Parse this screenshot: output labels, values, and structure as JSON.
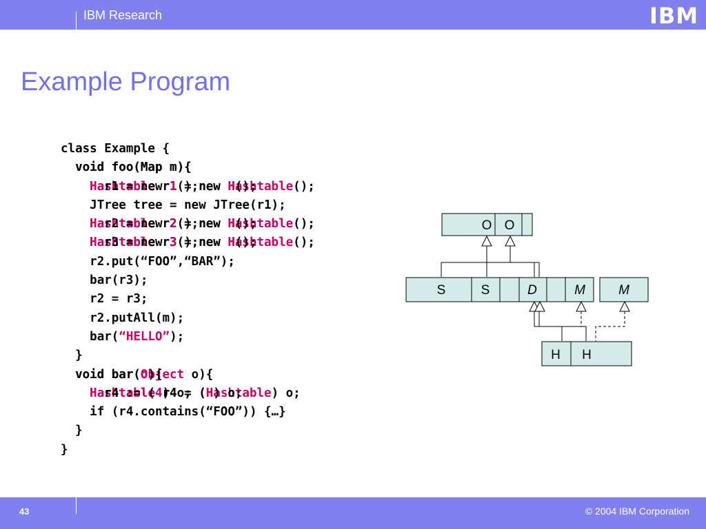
{
  "header": {
    "brand": "IBM Research",
    "logo": "IBM"
  },
  "slide_title": "Example Program",
  "code_lines": [
    {
      "indent": 0,
      "text": "class Example {"
    },
    {
      "indent": 1,
      "overlap": [
        [
          {
            "t": "void foo(Map m){"
          }
        ],
        [
          {
            "t": "void foo(Map m){"
          }
        ]
      ]
    },
    {
      "indent": 2,
      "overlap": [
        [
          {
            "t": "Hashtable",
            "c": "kw"
          },
          {
            "t": " r1 = new "
          },
          {
            "t": "Hashtable",
            "c": "kw"
          },
          {
            "t": "();"
          }
        ],
        [
          {
            "t": "Hashtable",
            "c": "kw"
          },
          {
            "t": " r1 = new "
          },
          {
            "t": "H",
            "c": "kw"
          },
          {
            "t": "();"
          }
        ],
        [
          {
            "t": "  r1 = new "
          },
          {
            "t": "1",
            "c": "kw"
          },
          {
            "t": "();"
          }
        ]
      ]
    },
    {
      "indent": 2,
      "text": "JTree tree = new JTree(r1);"
    },
    {
      "indent": 2,
      "overlap": [
        [
          {
            "t": "Hashtable",
            "c": "kw"
          },
          {
            "t": " r2 = new "
          },
          {
            "t": "Hashtable",
            "c": "kw"
          },
          {
            "t": "();"
          }
        ],
        [
          {
            "t": "Hashtable",
            "c": "kw"
          },
          {
            "t": " r2 = new "
          },
          {
            "t": "H",
            "c": "kw"
          },
          {
            "t": "();"
          }
        ],
        [
          {
            "t": "  r2 = new "
          },
          {
            "t": "2",
            "c": "kw"
          },
          {
            "t": "();"
          }
        ]
      ]
    },
    {
      "indent": 2,
      "overlap": [
        [
          {
            "t": "Hashtable",
            "c": "kw"
          },
          {
            "t": " r3 = new "
          },
          {
            "t": "Hashtable",
            "c": "kw"
          },
          {
            "t": "();"
          }
        ],
        [
          {
            "t": "Hashtable",
            "c": "kw"
          },
          {
            "t": " r3 = new "
          },
          {
            "t": "H",
            "c": "kw"
          },
          {
            "t": "();"
          }
        ],
        [
          {
            "t": "  r3 = new "
          },
          {
            "t": "3",
            "c": "kw"
          },
          {
            "t": "();"
          }
        ]
      ]
    },
    {
      "indent": 2,
      "text": "r2.put(“FOO”,“BAR”);"
    },
    {
      "indent": 2,
      "text": "bar(r3);"
    },
    {
      "indent": 2,
      "text": "r2 = r3;"
    },
    {
      "indent": 2,
      "text": "r2.putAll(m);"
    },
    {
      "indent": 2,
      "segments": [
        {
          "t": "bar("
        },
        {
          "t": "“HELLO”",
          "c": "kw"
        },
        {
          "t": ");"
        }
      ]
    },
    {
      "indent": 1,
      "text": "}"
    },
    {
      "indent": 1,
      "overlap": [
        [
          {
            "t": "void bar("
          },
          {
            "t": "Object",
            "c": "kw"
          },
          {
            "t": " o){"
          }
        ],
        [
          {
            "t": "void bar("
          },
          {
            "t": "o",
            "c": "kw"
          },
          {
            "t": "){"
          }
        ]
      ]
    },
    {
      "indent": 2,
      "overlap": [
        [
          {
            "t": "Hashtable",
            "c": "kw"
          },
          {
            "t": " r4 = ("
          },
          {
            "t": "Hashtable",
            "c": "kw"
          },
          {
            "t": ") o;"
          }
        ],
        [
          {
            "t": "Hashtable",
            "c": "kw"
          },
          {
            "t": " r4 = ("
          },
          {
            "t": "H",
            "c": "kw"
          },
          {
            "t": ") o;"
          }
        ],
        [
          {
            "t": "  r4 := ("
          },
          {
            "t": "4",
            "c": "kw"
          },
          {
            "t": ") o;"
          }
        ]
      ]
    },
    {
      "indent": 2,
      "text": "if (r4.contains(“FOO”)) {…}"
    },
    {
      "indent": 1,
      "text": "}"
    },
    {
      "indent": 0,
      "text": "}"
    }
  ],
  "diagram": {
    "node_o": [
      "O",
      "O"
    ],
    "node_s": [
      "S",
      "S"
    ],
    "node_d": "D",
    "node_m1": "M",
    "node_m2": "M",
    "node_h": [
      "H",
      "H"
    ],
    "box_fill": "#d4ece9"
  },
  "footer": {
    "page": "43",
    "copyright": "© 2004 IBM Corporation"
  },
  "colors": {
    "accent": "#8080f0",
    "title": "#6f6ff0",
    "keyword": "#cc0066"
  }
}
